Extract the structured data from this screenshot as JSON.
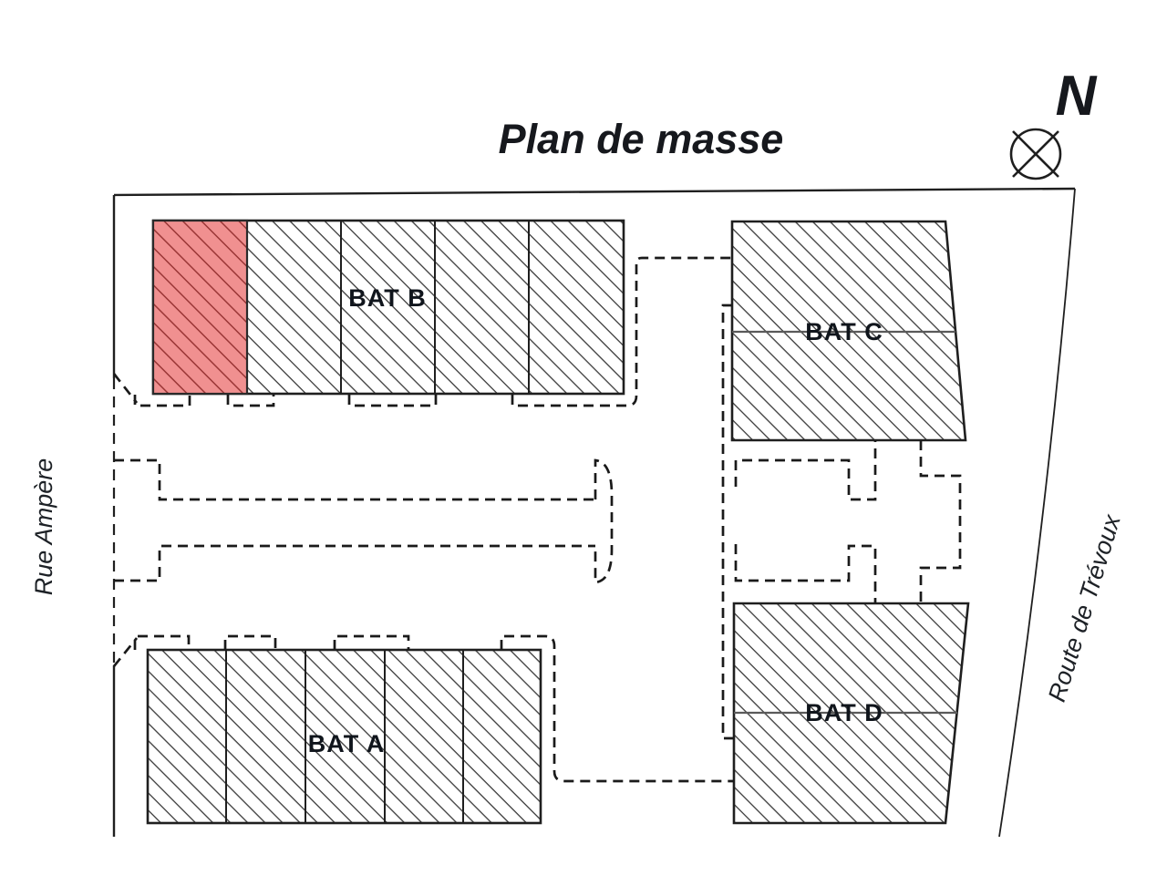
{
  "title": "Plan de masse",
  "north": {
    "label": "N"
  },
  "streets": {
    "left": "Rue Ampère",
    "right": "Route de Trévoux"
  },
  "buildings": {
    "a": {
      "label": "BAT A",
      "sections": 5
    },
    "b": {
      "label": "BAT B",
      "sections": 5
    },
    "c": {
      "label": "BAT C",
      "sections": 2
    },
    "d": {
      "label": "BAT D",
      "sections": 2
    }
  },
  "highlight": {
    "location": "west end section of BAT B",
    "fill": "#F09090",
    "hatch_color": "#9A3636"
  },
  "colors": {
    "outline": "#1f1f1f",
    "hatch": "#3a3a3a",
    "mid_divider": "#5a5a5a",
    "dashed": "#1a1a1a"
  }
}
